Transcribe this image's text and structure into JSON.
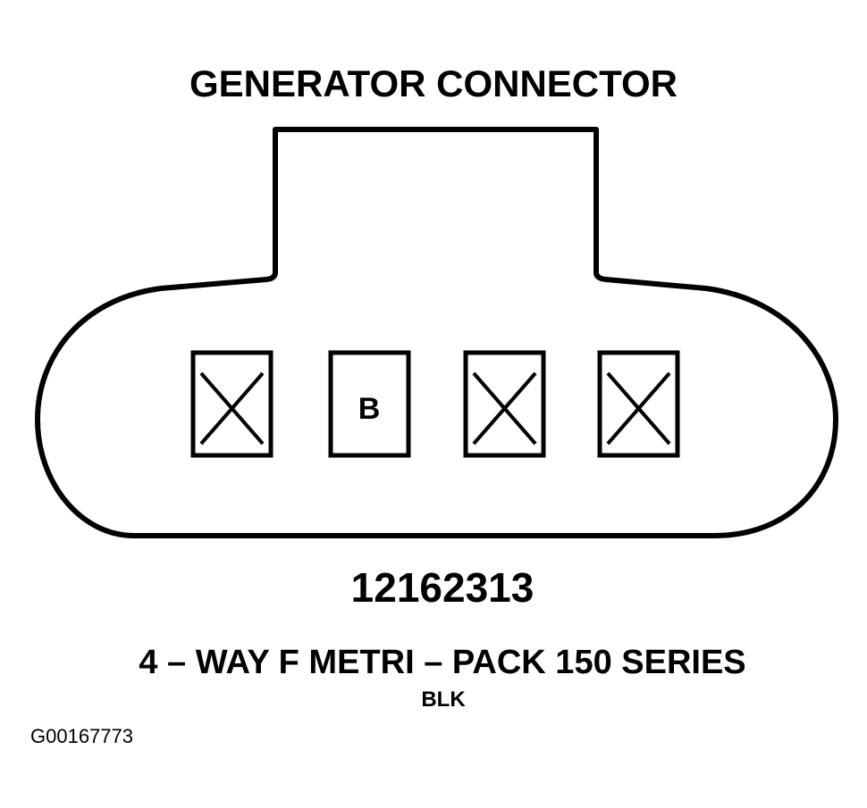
{
  "diagram": {
    "title": "GENERATOR CONNECTOR",
    "part_number": "12162313",
    "description": "4 – WAY F METRI – PACK 150 SERIES",
    "color": "BLK",
    "figure_id": "G00167773",
    "pins": [
      {
        "label": "",
        "state": "unused"
      },
      {
        "label": "B",
        "state": "used"
      },
      {
        "label": "",
        "state": "unused"
      },
      {
        "label": "",
        "state": "unused"
      }
    ]
  }
}
